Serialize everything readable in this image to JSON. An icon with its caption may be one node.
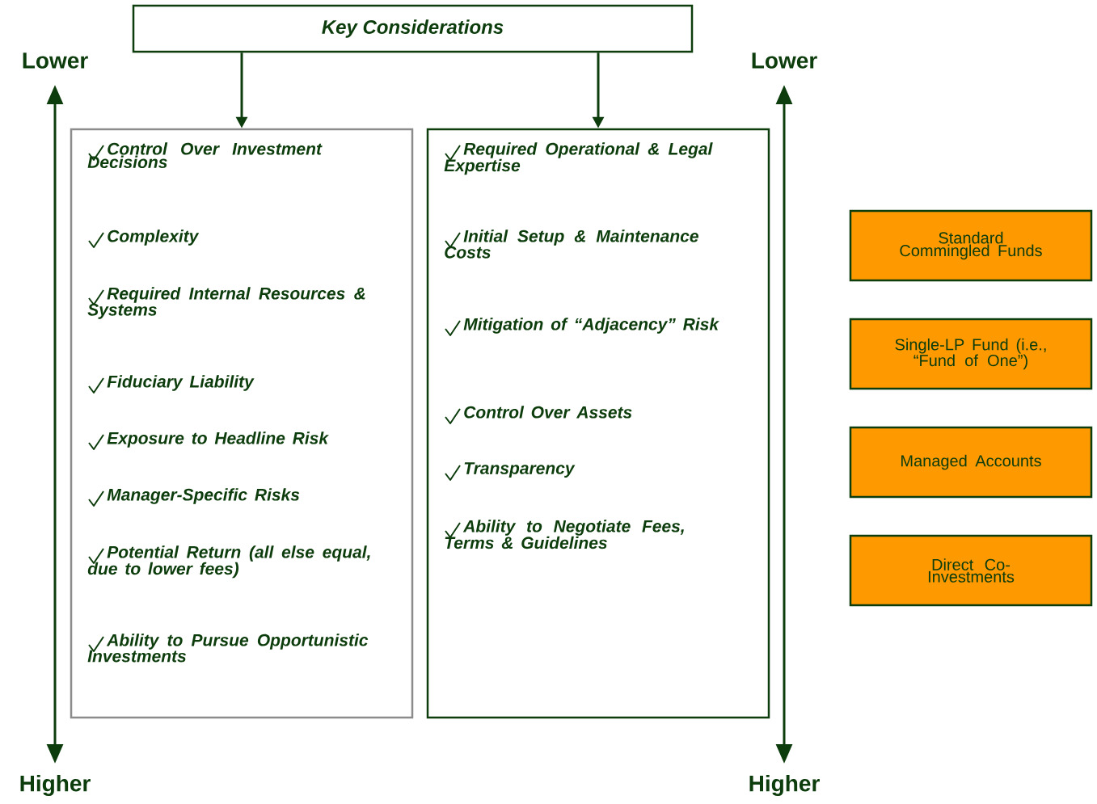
{
  "diagram": {
    "nodes": [
      {
        "text": [
          "Key Considerations"
        ]
      },
      {
        "text": [
          "Control Over Investment Decisions",
          "Complexity",
          "Required Internal Resources & Systems",
          "Fiduciary Liability",
          "Exposure to Headline Risk",
          "Manager-Specific Risks",
          "Potential Return (all else equal, due to lower fees)",
          "Ability to Pursue Opportunistic Investments"
        ]
      },
      {
        "text": [
          "Required Operational & Legal Expertise",
          "Initial Setup & Maintenance Costs",
          "Mitigation of “Adjacency” Risk",
          "Control Over Assets",
          "Transparency",
          "Ability to Negotiate Fees, Terms & Guidelines"
        ]
      },
      {
        "text": [
          "Standard Commingled Funds"
        ]
      },
      {
        "text": [
          "Single-LP Fund (i.e., “Fund of One”)"
        ]
      },
      {
        "text": [
          "Managed Accounts"
        ]
      },
      {
        "text": [
          "Direct Co-Investments"
        ]
      }
    ],
    "edges": [
      {
        "from": 0,
        "to": 1,
        "arrow": "to"
      },
      {
        "from": 0,
        "to": 2,
        "arrow": "to"
      }
    ],
    "labels": [
      "Lower",
      "Lower",
      "Higher",
      "Higher"
    ]
  }
}
